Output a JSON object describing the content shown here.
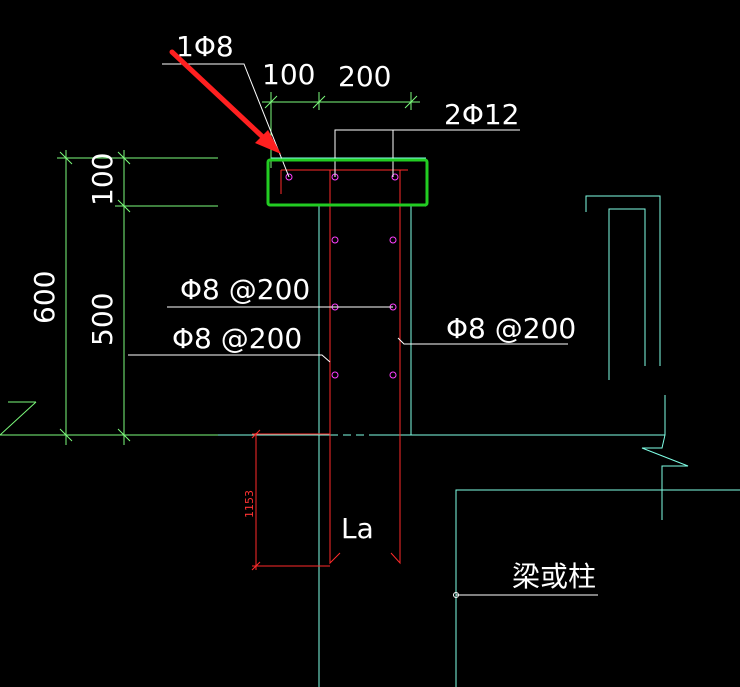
{
  "labels": {
    "rebar_single": "1Φ8",
    "dim_100_top": "100",
    "dim_200_top": "200",
    "rebar_top_pair": "2Φ12",
    "dim_100_left": "100",
    "dim_600_left": "600",
    "dim_500_left": "500",
    "stirrup_upper": "Φ8 @200",
    "stirrup_lower": "Φ8 @200",
    "stirrup_right": "Φ8 @200",
    "anchor_length": "La",
    "anchor_dim": "1153",
    "beam_or_column": "梁或柱"
  },
  "colors": {
    "background": "#000000",
    "dimension_line": "#7CFC7C",
    "outline": "#7FFFE6",
    "rebar": "#FF2A2A",
    "rebar_dot": "#FF40FF",
    "text": "#FFFFFF",
    "highlight_box": "#22CC22",
    "arrow": "#FF2020"
  }
}
